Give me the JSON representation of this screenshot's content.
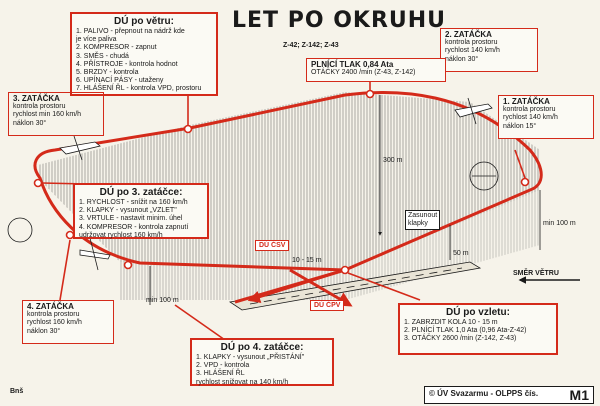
{
  "title": "LET PO OKRUHU",
  "subtitle": "Z-42; Z-142; Z-43",
  "du_vetru": {
    "heading": "DÚ po větru:",
    "lines": [
      "1.  PALIVO    - přepnout na nádrž kde",
      "                          je více paliva",
      "2.  KOMPRESOR - zapnut",
      "3.  SMĚS       - chudá",
      "4.  PŘÍSTROJE - kontrola hodnot",
      "5.  BRZDY      - kontrola",
      "6.  UPÍNACÍ PÁSY - utaženy",
      "7.  HLÁŠENÍ ŘL  - kontrola VPD, prostoru"
    ]
  },
  "du_3": {
    "heading": "DÚ po 3. zatáčce:",
    "lines": [
      "1.  RYCHLOST  - snížit na 160 km/h",
      "2.  KLAPKY     - vysunout „VZLET\"",
      "3.  VRTULE    - nastavit minim. úhel",
      "4.  KOMPRESOR - kontrola zapnutí",
      "udržovat rychlost 160 km/h"
    ]
  },
  "du_4": {
    "heading": "DÚ po 4. zatáčce:",
    "lines": [
      "1.  KLAPKY   - vysunout „PŘISTÁNÍ\"",
      "2.  VPD      - kontrola",
      "3.  HLÁŠENÍ ŘL",
      "rychlost snižovat na 140 km/h"
    ]
  },
  "du_vzlet": {
    "heading": "DÚ po vzletu:",
    "lines": [
      "1.  ZABRZDIT KOLA    10 - 15 m",
      "2.  PLNÍCÍ  TLAK     1,0 Ata (0,96 Ata-Z-42)",
      "3.  OTÁČKY            2600 /min (Z-142, Z-43)"
    ]
  },
  "z1": {
    "lines": [
      "3. ZATÁČKA",
      "kontrola prostoru",
      "rychlost min 160 km/h",
      "náklon      30°"
    ]
  },
  "z2": {
    "lines": [
      "2. ZATÁČKA",
      "kontrola prostoru",
      "rychlost  140 km/h",
      "náklon       30°"
    ]
  },
  "z3": {
    "lines": [
      "1. ZATÁČKA",
      "kontrola prostoru",
      "rychlost  140 km/h",
      "náklon    15°"
    ]
  },
  "z4": {
    "lines": [
      "4. ZATÁČKA",
      "kontrola prostoru",
      "rychlost    160 km/h",
      "náklon        30°"
    ]
  },
  "plnici": {
    "lines": [
      "PLNÍCÍ  TLAK      0,84 Ata",
      "OTÁČKY          2400 /min (Z-43, Z-142)"
    ]
  },
  "labels": {
    "m300": "300 m",
    "m100a": "min 100 m",
    "m100b": "min 100 m",
    "m50": "50 m",
    "m1015": "10 - 15 m",
    "smer": "SMĚR  VĚTRU",
    "zasunout": "Zasunout\nklapky",
    "du_csv": "DÚ ČSV",
    "du_cpv": "DÚ ČPV",
    "bnd": "Bnš"
  },
  "footer": {
    "text": "© ÚV Svazarmu - OLPPS čís.",
    "code": "M1"
  },
  "colors": {
    "accent": "#d42a1a",
    "ink": "#1a1a1a"
  }
}
